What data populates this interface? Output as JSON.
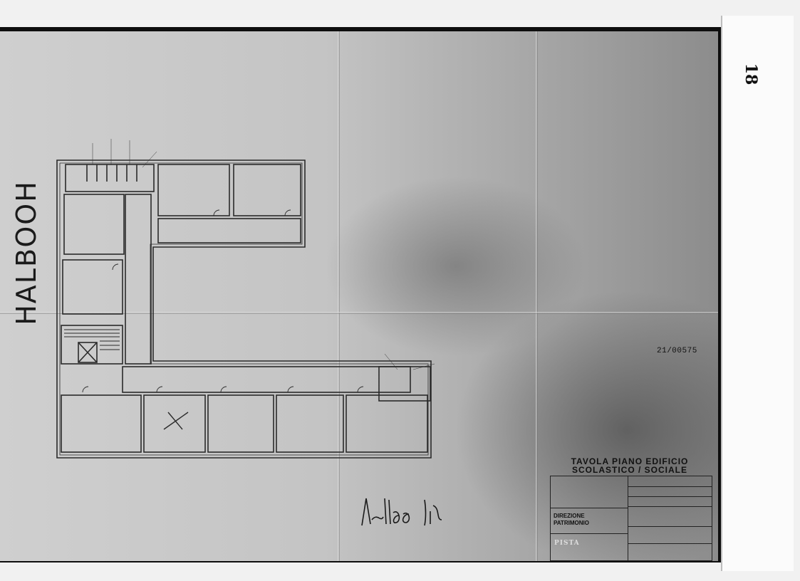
{
  "document": {
    "margin_note": "18",
    "handwritten_left": "HALBOOH",
    "stamp_number": "21/00575",
    "title_block": {
      "title_line1": "TAVOLA PIANO EDIFICIO",
      "title_line2": "SCOLASTICO / SOCIALE",
      "direzione_label": "DIREZIONE",
      "patrimonio_label": "PATRIMONIO",
      "logo_text": "PISTA"
    }
  }
}
